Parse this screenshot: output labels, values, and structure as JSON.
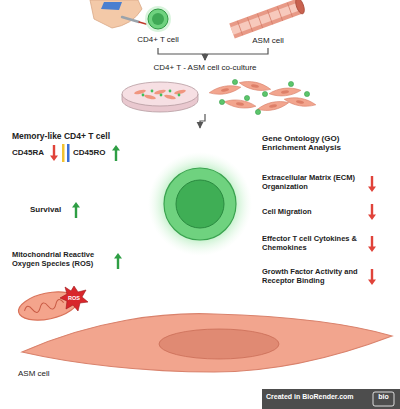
{
  "diagram": {
    "nodes": [
      {
        "text": [
          "CD4+ T cell"
        ]
      },
      {
        "text": [
          "ASM cell"
        ]
      },
      {
        "text": [
          "CD4+ T - ASM cell co-culture"
        ]
      },
      {
        "text": [
          "Memory-like CD4+ T cell"
        ]
      },
      {
        "text": [
          "ASM cell"
        ]
      }
    ],
    "edges": [
      {
        "from": 0,
        "to": 2,
        "arrow": "to"
      },
      {
        "from": 1,
        "to": 2,
        "arrow": "to"
      },
      {
        "from": 2,
        "to": 3,
        "arrow": "to"
      }
    ],
    "labels": [
      "CD45RA",
      "CD45RO",
      "Survival",
      "Mitochondrial Reactive Oxygen Species (ROS)",
      "ROS",
      "Gene Ontology (GO) Enrichment Analysis",
      "Extracellular Matrix (ECM) Organization",
      "Cell Migration",
      "Effector T cell Cytokines & Chemokines",
      "Growth Factor Activity and Receptor Binding",
      "Created in BioRender.com",
      "bio"
    ]
  }
}
